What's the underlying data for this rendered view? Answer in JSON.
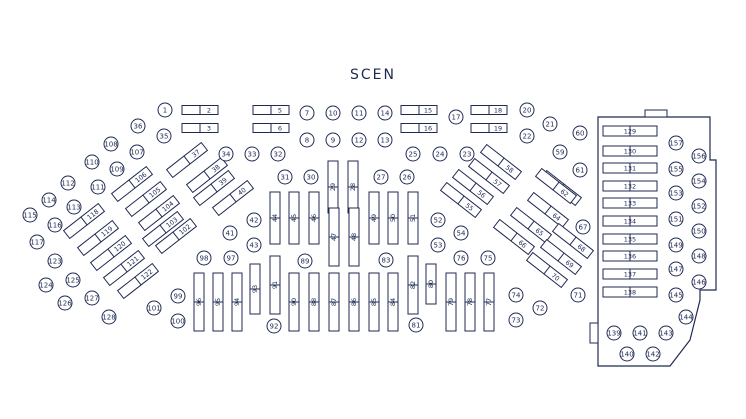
{
  "stage": {
    "label": "SCEN"
  },
  "colors": {
    "ink": "#1f2a52",
    "background": "#ffffff"
  },
  "circles": [
    "1",
    "7",
    "8",
    "9",
    "10",
    "11",
    "12",
    "13",
    "14",
    "17",
    "20",
    "21",
    "22",
    "25",
    "24",
    "23",
    "26",
    "27",
    "30",
    "31",
    "32",
    "33",
    "34",
    "35",
    "36",
    "60",
    "59",
    "61",
    "67",
    "71",
    "72",
    "73",
    "74",
    "75",
    "76",
    "41",
    "42",
    "43",
    "52",
    "53",
    "54",
    "89",
    "83",
    "92",
    "81",
    "97",
    "98",
    "99",
    "100",
    "101",
    "107",
    "108",
    "109",
    "110",
    "111",
    "112",
    "113",
    "114",
    "115",
    "116",
    "117",
    "123",
    "124",
    "125",
    "126",
    "127",
    "128",
    "139",
    "140",
    "141",
    "142",
    "143",
    "144",
    "145",
    "146",
    "147",
    "148",
    "149",
    "150",
    "151",
    "152",
    "153",
    "154",
    "155",
    "156",
    "157"
  ],
  "tables_h_pair": [
    "2",
    "3",
    "5",
    "6",
    "15",
    "16",
    "18",
    "19"
  ],
  "tables_h_stage": [
    "130",
    "131",
    "132",
    "133",
    "134",
    "135",
    "136",
    "137",
    "138",
    "129"
  ],
  "tables_v": [
    "29",
    "28",
    "44",
    "45",
    "46",
    "47",
    "48",
    "49",
    "50",
    "51",
    "82",
    "91",
    "90",
    "88",
    "87",
    "86",
    "85",
    "84",
    "80",
    "79",
    "78",
    "77",
    "96",
    "95",
    "94",
    "93"
  ],
  "tables_diag_left": [
    "37",
    "38",
    "39",
    "40",
    "106",
    "105",
    "104",
    "103",
    "102",
    "118",
    "119",
    "120",
    "121",
    "122"
  ],
  "tables_diag_right": [
    "58",
    "57",
    "56",
    "55",
    "63",
    "64",
    "65",
    "66",
    "62",
    "68",
    "69",
    "70"
  ]
}
